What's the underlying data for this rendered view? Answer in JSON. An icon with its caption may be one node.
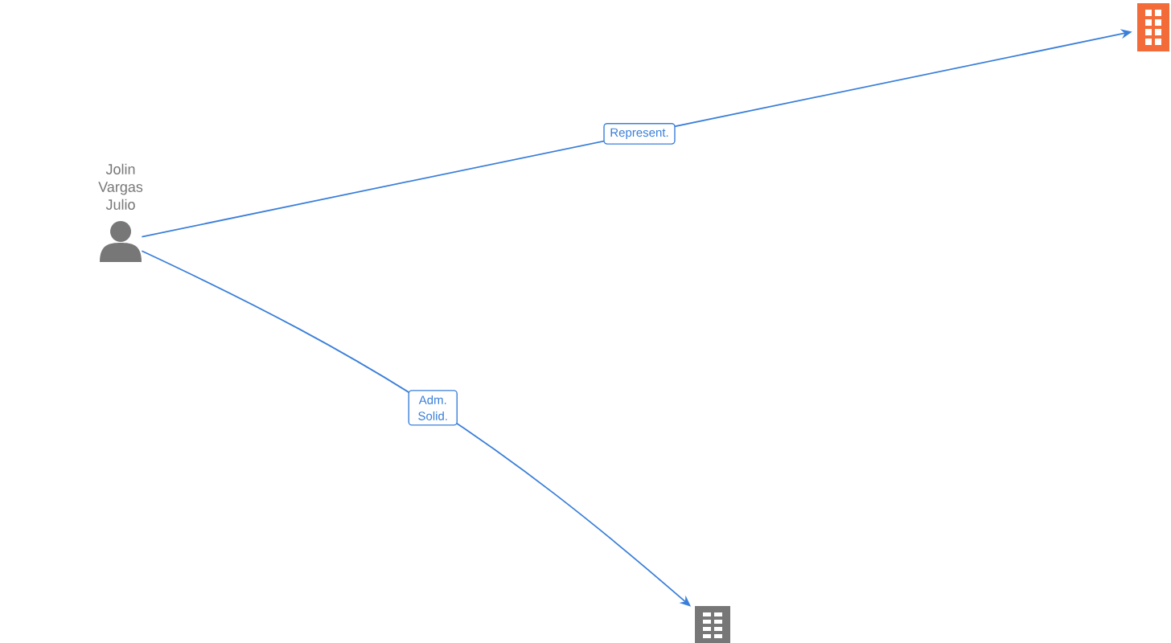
{
  "diagram": {
    "nodes": [
      {
        "text": [
          "Jolin Vargas Julio"
        ]
      },
      {
        "text": [],
        "shape": "building"
      },
      {
        "text": [],
        "shape": "building"
      }
    ],
    "edges": [
      {
        "from": 0,
        "to": 1,
        "arrow": "to",
        "label": "Represent."
      },
      {
        "from": 0,
        "to": 2,
        "arrow": "to",
        "label": "Adm. Solid."
      }
    ]
  }
}
